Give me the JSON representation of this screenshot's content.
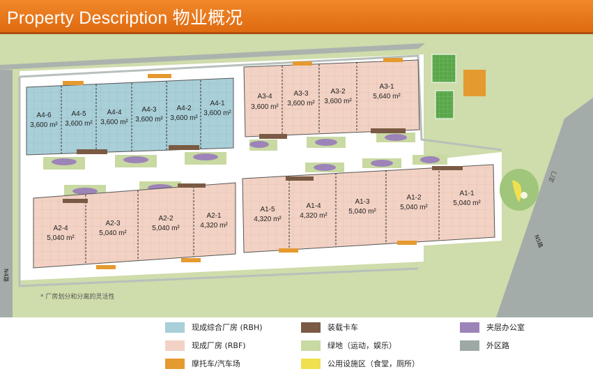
{
  "header": {
    "title": "Property Description 物业概况"
  },
  "units_rbh": [
    {
      "code": "A4-6",
      "area": "3,600 m²"
    },
    {
      "code": "A4-5",
      "area": "3,600 m²"
    },
    {
      "code": "A4-4",
      "area": "3,600 m²"
    },
    {
      "code": "A4-3",
      "area": "3,600 m²"
    },
    {
      "code": "A4-2",
      "area": "3,600 m²"
    },
    {
      "code": "A4-1",
      "area": "3,600 m²"
    }
  ],
  "units_a3": [
    {
      "code": "A3-4",
      "area": "3,600 m²"
    },
    {
      "code": "A3-3",
      "area": "3,600 m²"
    },
    {
      "code": "A3-2",
      "area": "3,600 m²"
    },
    {
      "code": "A3-1",
      "area": "5,640 m²"
    }
  ],
  "units_a2": [
    {
      "code": "A2-4",
      "area": "5,040 m²"
    },
    {
      "code": "A2-3",
      "area": "5,040 m²"
    },
    {
      "code": "A2-2",
      "area": "5,040 m²"
    },
    {
      "code": "A2-1",
      "area": "4,320 m²"
    }
  ],
  "units_a1": [
    {
      "code": "A1-5",
      "area": "4,320 m²"
    },
    {
      "code": "A1-4",
      "area": "4,320 m²"
    },
    {
      "code": "A1-3",
      "area": "5,040 m²"
    },
    {
      "code": "A1-2",
      "area": "5,040 m²"
    },
    {
      "code": "A1-1",
      "area": "5,040 m²"
    }
  ],
  "labels": {
    "flex_note": "* 厂房划分和分离的灵活性",
    "main_gate": "正门",
    "road_n4": "N4路",
    "road_n5": "N5路"
  },
  "legend": [
    {
      "label": "现成综合厂房 (RBH)",
      "color": "#a9cfd8"
    },
    {
      "label": "装载卡车",
      "color": "#7a5a44"
    },
    {
      "label": "夹层办公室",
      "color": "#9d84b8"
    },
    {
      "label": "现成厂房 (RBF)",
      "color": "#f2d2c4"
    },
    {
      "label": "绿地（运动，娱乐）",
      "color": "#c9d9a2"
    },
    {
      "label": "外区路",
      "color": "#9ea9a5"
    },
    {
      "label": "摩托车/汽车场",
      "color": "#e59a30"
    },
    {
      "label": "公用设施区（食堂，厕所）",
      "color": "#f0df4e"
    }
  ]
}
